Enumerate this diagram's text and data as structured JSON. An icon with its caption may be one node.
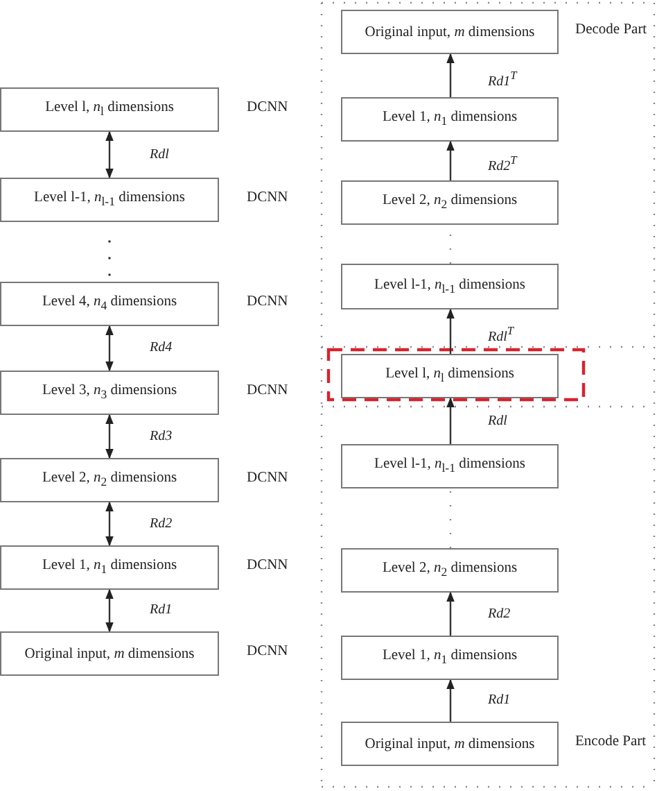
{
  "diagram": {
    "nodes": [
      {
        "text": [
          "Level l, *n*$_{l}$ dimensions"
        ],
        "beside": [
          "DCNN"
        ]
      },
      {
        "text": [
          "Level l-1, *n*$_{l-1}$ dimensions"
        ],
        "beside": [
          "DCNN"
        ]
      },
      {
        "text": [
          "Level 4, *n*$_{4}$ dimensions"
        ],
        "beside": [
          "DCNN"
        ]
      },
      {
        "text": [
          "Level 3, *n*$_{3}$ dimensions"
        ],
        "beside": [
          "DCNN"
        ]
      },
      {
        "text": [
          "Level 2, *n*$_{2}$ dimensions"
        ],
        "beside": [
          "DCNN"
        ]
      },
      {
        "text": [
          "Level 1, *n*$_{1}$ dimensions"
        ],
        "beside": [
          "DCNN"
        ]
      },
      {
        "text": [
          "Original input, *m* dimensions"
        ],
        "beside": [
          "DCNN"
        ]
      },
      {
        "text": [
          "Original input, *m* dimensions"
        ],
        "beside": [
          "Decode Part"
        ]
      },
      {
        "text": [
          "Level 1, *n*$_{1}$ dimensions"
        ]
      },
      {
        "text": [
          "Level 2, *n*$_{2}$ dimensions"
        ]
      },
      {
        "text": [
          "Level l-1, *n*$_{l-1}$ dimensions"
        ]
      },
      {
        "text": [
          "Level l, *n*$_{l}$ dimensions"
        ]
      },
      {
        "text": [
          "Level l-1, *n*$_{l-1}$ dimensions"
        ]
      },
      {
        "text": [
          "Level 2, *n*$_{2}$ dimensions"
        ]
      },
      {
        "text": [
          "Level 1, *n*$_{1}$ dimensions"
        ]
      },
      {
        "text": [
          "Original input, *m* dimensions"
        ],
        "beside": [
          "Encode Part"
        ]
      }
    ],
    "edges": [
      {
        "from": 1,
        "to": 0,
        "arrow": "both",
        "label": "Rdl"
      },
      {
        "from": 3,
        "to": 2,
        "arrow": "both",
        "label": "Rd4"
      },
      {
        "from": 4,
        "to": 3,
        "arrow": "both",
        "label": "Rd3"
      },
      {
        "from": 5,
        "to": 4,
        "arrow": "both",
        "label": "Rd2"
      },
      {
        "from": 6,
        "to": 5,
        "arrow": "both",
        "label": "Rd1"
      },
      {
        "from": 8,
        "to": 7,
        "arrow": "to",
        "label": "Rd1$^{T}$"
      },
      {
        "from": 9,
        "to": 8,
        "arrow": "to",
        "label": "Rd2$^{T}$"
      },
      {
        "from": 10,
        "to": 9,
        "arrow": "none",
        "style": "dashed"
      },
      {
        "from": 11,
        "to": 10,
        "arrow": "to",
        "label": "Rdl$^{T}$"
      },
      {
        "from": 12,
        "to": 11,
        "arrow": "to",
        "label": "Rdl"
      },
      {
        "from": 13,
        "to": 12,
        "arrow": "none",
        "style": "dashed"
      },
      {
        "from": 14,
        "to": 13,
        "arrow": "to",
        "label": "Rd2"
      },
      {
        "from": 15,
        "to": 14,
        "arrow": "to",
        "label": "Rd1"
      }
    ]
  }
}
